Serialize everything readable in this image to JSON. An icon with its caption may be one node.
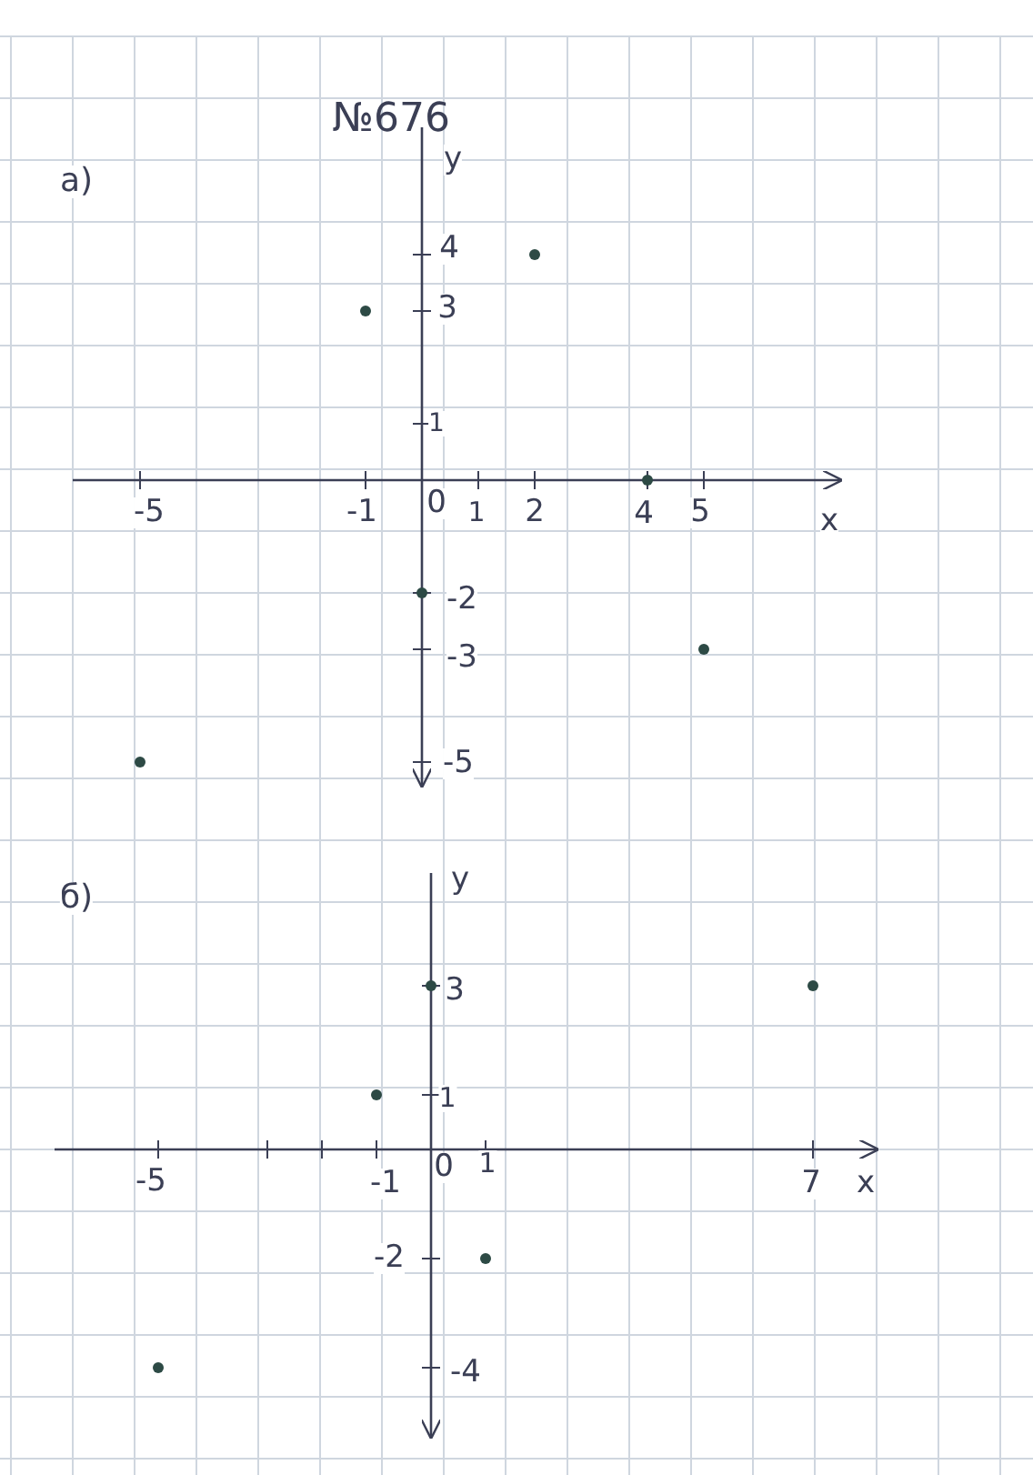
{
  "diagram": {
    "labels": [
      "№676",
      "а)",
      "y",
      "4",
      "3",
      "1",
      "-5",
      "-1",
      "0",
      "1",
      "2",
      "4",
      "5",
      "x",
      "-2",
      "-3",
      "-5",
      "б)",
      "y",
      "3",
      "1",
      "-5",
      "-1",
      "0",
      "1",
      "7",
      "x",
      "-2",
      "-4"
    ]
  }
}
